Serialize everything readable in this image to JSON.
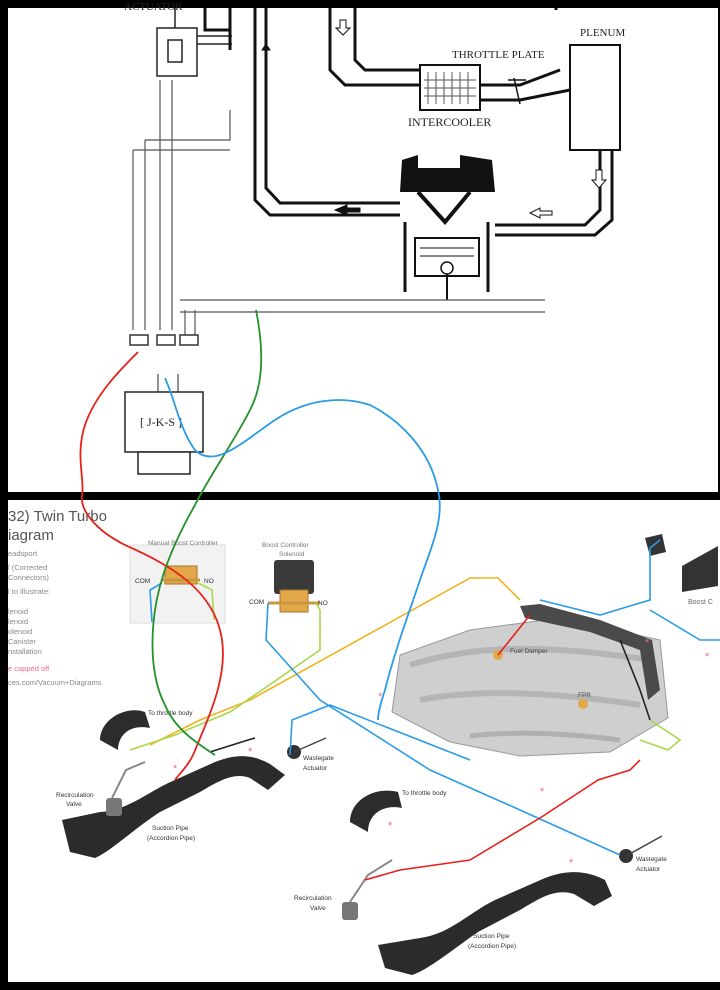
{
  "top_diagram": {
    "labels": {
      "actuator": "ACTUATOR",
      "throttle_plate": "THROTTLE PLATE",
      "plenum": "PLENUM",
      "intercooler": "INTERCOOLER",
      "solenoid_box": "[ J-K-S ]"
    }
  },
  "bottom_diagram": {
    "header": {
      "title_line1": "32) Twin Turbo",
      "title_line2": "iagram",
      "side_notes": [
        "eadsport",
        "l (Corrected",
        "Connectors)",
        "l to illustrate:",
        "lenoid",
        "lenoid",
        "olenoid",
        "Canister",
        "nstallation"
      ],
      "capped_note": "e capped off",
      "url_note": "ces.com/Vacuum+Diagrams"
    },
    "labels": {
      "manual_boost_controller": "Manual Boost Controller",
      "boost_controller_solenoid_1": "Boost Controller",
      "boost_controller_solenoid_2": "Solenoid",
      "com_left": "COM",
      "no_left": "NO",
      "com_right": "COM",
      "no_right": "NO",
      "boost_right_edge": "Boost C",
      "fuel_damper": "Fuel Damper",
      "fpr": "FPR",
      "to_throttle_body_1": "To throttle body",
      "to_throttle_body_2": "To throttle body",
      "wastegate_actuator_1a": "Wastegate",
      "wastegate_actuator_1b": "Actuator",
      "wastegate_actuator_2a": "Wastegate",
      "wastegate_actuator_2b": "Actuator",
      "recirculation_valve_1a": "Recirculation",
      "recirculation_valve_1b": "Valve",
      "recirculation_valve_2a": "Recirculation",
      "recirculation_valve_2b": "Valve",
      "suction_pipe_1a": "Suction Pipe",
      "suction_pipe_1b": "(Accordion Pipe)",
      "suction_pipe_2a": "Suction Pipe",
      "suction_pipe_2b": "(Accordion Pipe)"
    }
  },
  "colors": {
    "hose_red": "#e8201a",
    "hose_green": "#23922a",
    "hose_blue": "#2a9be6",
    "hose_yellow": "#f2b21e",
    "hose_lime": "#a8d84a",
    "marker_pink": "#f06a8a"
  }
}
